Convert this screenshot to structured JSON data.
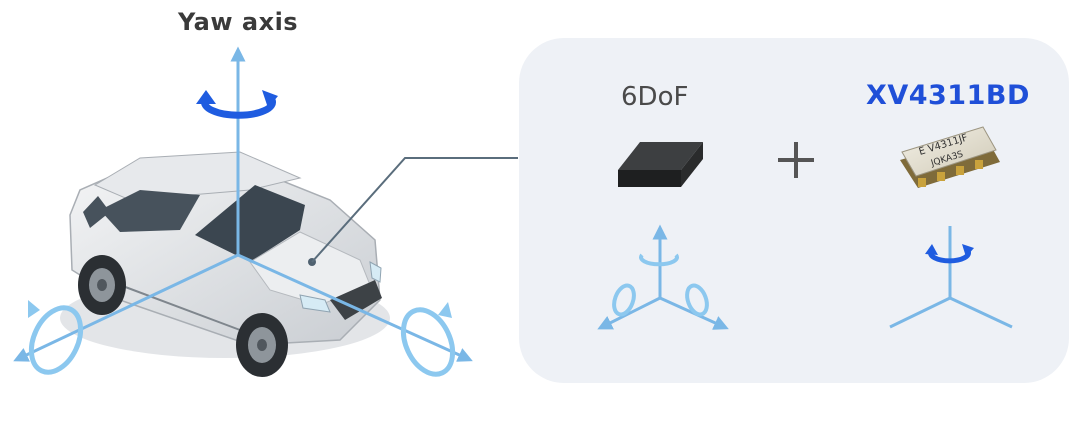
{
  "vehicle_diagram": {
    "axis_title": "Yaw axis"
  },
  "combo_panel": {
    "sensor_label": "6DoF",
    "plus_symbol": "+",
    "part_label": "XV4311BD",
    "chip_marking_line1": "E V4311JF",
    "chip_marking_line2": "JQKA3S"
  },
  "colors": {
    "axis": "#7ab7e6",
    "yaw_arrow": "#1f5ce0",
    "part_label": "#1f4fd8",
    "panel": "#eef1f6"
  },
  "icons": {
    "vehicle": "suv-car-icon",
    "sensor": "imu-chip-icon",
    "gyro": "gyro-sensor-icon"
  }
}
